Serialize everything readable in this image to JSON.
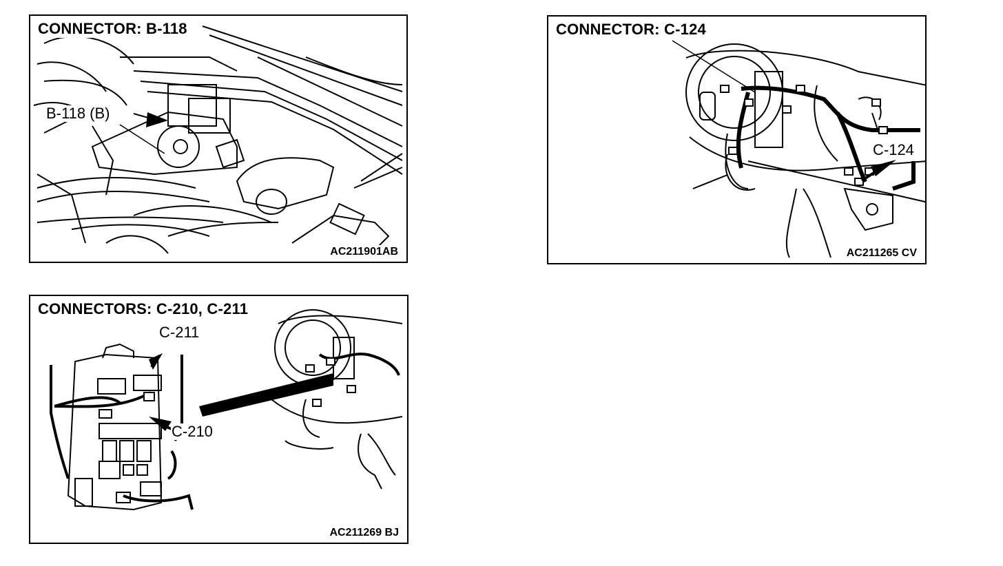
{
  "panels": {
    "b118": {
      "title": "CONNECTOR: B-118",
      "callout": "B-118 (B)",
      "code": "AC211901AB"
    },
    "c124": {
      "title": "CONNECTOR: C-124",
      "callout": "C-124",
      "code": "AC211265 CV"
    },
    "c210": {
      "title": "CONNECTORS: C-210, C-211",
      "callout_c211": "C-211",
      "callout_c210": "C-210",
      "code": "AC211269 BJ"
    }
  }
}
